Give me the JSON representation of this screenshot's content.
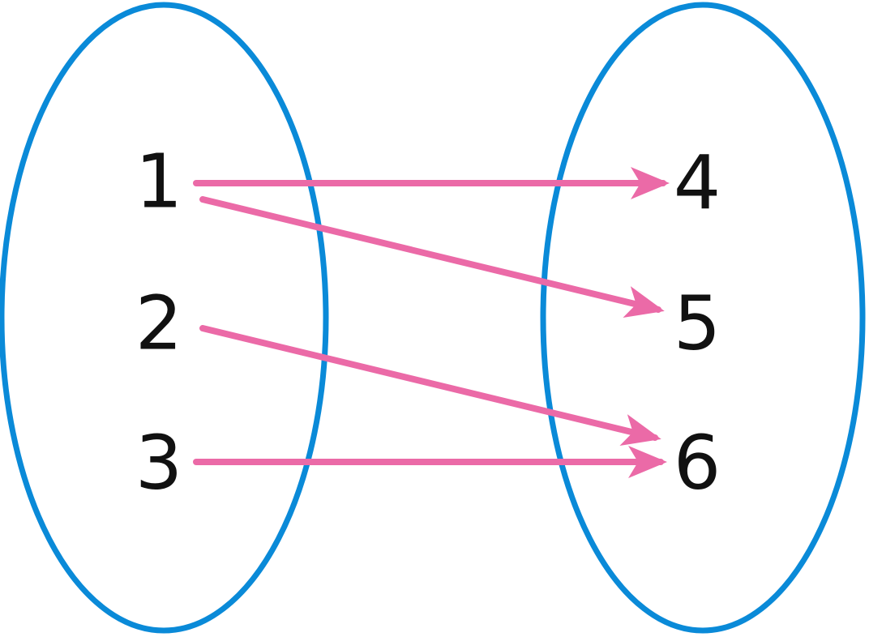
{
  "colors": {
    "set_outline": "#0a8ad8",
    "arrow": "#eb6aa7",
    "label": "#111111",
    "background": "#ffffff"
  },
  "domain_set": {
    "elements": [
      "1",
      "2",
      "3"
    ]
  },
  "codomain_set": {
    "elements": [
      "4",
      "5",
      "6"
    ]
  },
  "mappings": [
    {
      "from": "1",
      "to": "4"
    },
    {
      "from": "1",
      "to": "5"
    },
    {
      "from": "2",
      "to": "6"
    },
    {
      "from": "3",
      "to": "6"
    }
  ]
}
